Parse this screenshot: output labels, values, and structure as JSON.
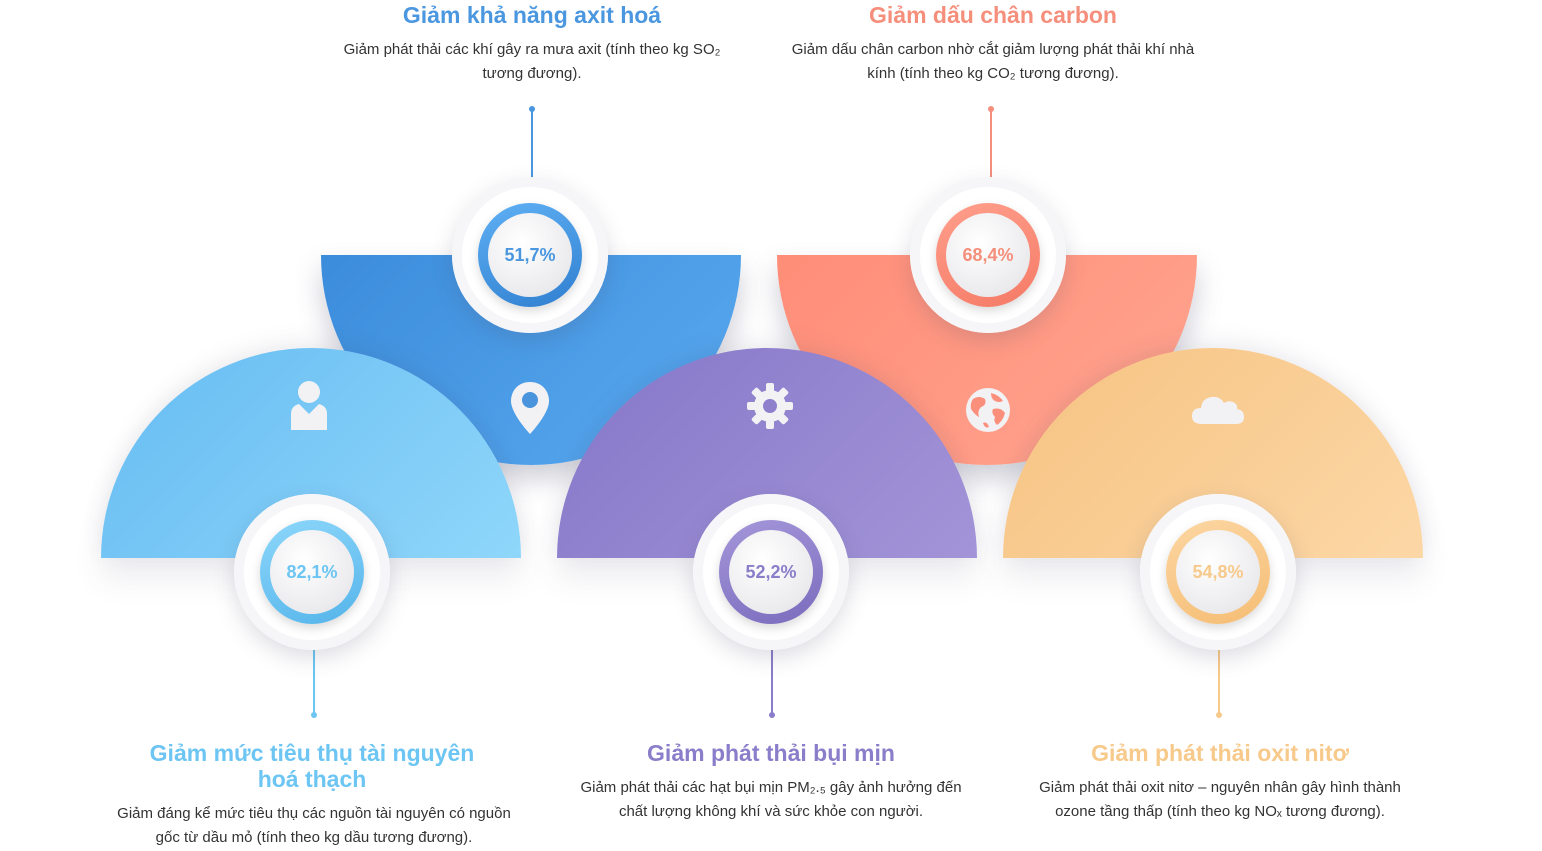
{
  "items": [
    {
      "title": "Giảm khả năng axit hoá",
      "desc_line1": "Giảm phát thải các khí gây ra mưa axit (tính theo kg SO₂",
      "desc_line2": "tương đương).",
      "value": "51,7%",
      "icon": "map-pin-icon",
      "color": "#4a97e0"
    },
    {
      "title": "Giảm dấu chân carbon",
      "desc_line1": "Giảm dấu chân carbon nhờ cắt giảm lượng phát thải khí nhà",
      "desc_line2": "kính (tính theo kg CO₂ tương đương).",
      "value": "68,4%",
      "icon": "globe-icon",
      "color": "#f58f7c"
    },
    {
      "title_line1": "Giảm mức tiêu thụ tài nguyên",
      "title_line2": "hoá thạch",
      "desc_line1": "Giảm đáng kể mức tiêu thụ các nguồn tài nguyên có nguồn",
      "desc_line2": "gốc từ dầu mỏ (tính theo kg dầu tương đương).",
      "value": "82,1%",
      "icon": "user-icon",
      "color": "#6cc5f2"
    },
    {
      "title": "Giảm phát thải bụi mịn",
      "desc_line1": "Giảm phát thải các hạt bụi mịn PM₂.₅ gây ảnh hưởng đến",
      "desc_line2": "chất lượng không khí và sức khỏe con người.",
      "value": "52,2%",
      "icon": "gear-icon",
      "color": "#8a7dc9"
    },
    {
      "title": "Giảm phát thải oxit nitơ",
      "desc_line1": "Giảm phát thải oxit nitơ – nguyên nhân gây hình thành",
      "desc_line2": "ozone tầng thấp (tính theo kg NOₓ tương đương).",
      "value": "54,8%",
      "icon": "cloud-icon",
      "color": "#f7c98a"
    }
  ]
}
